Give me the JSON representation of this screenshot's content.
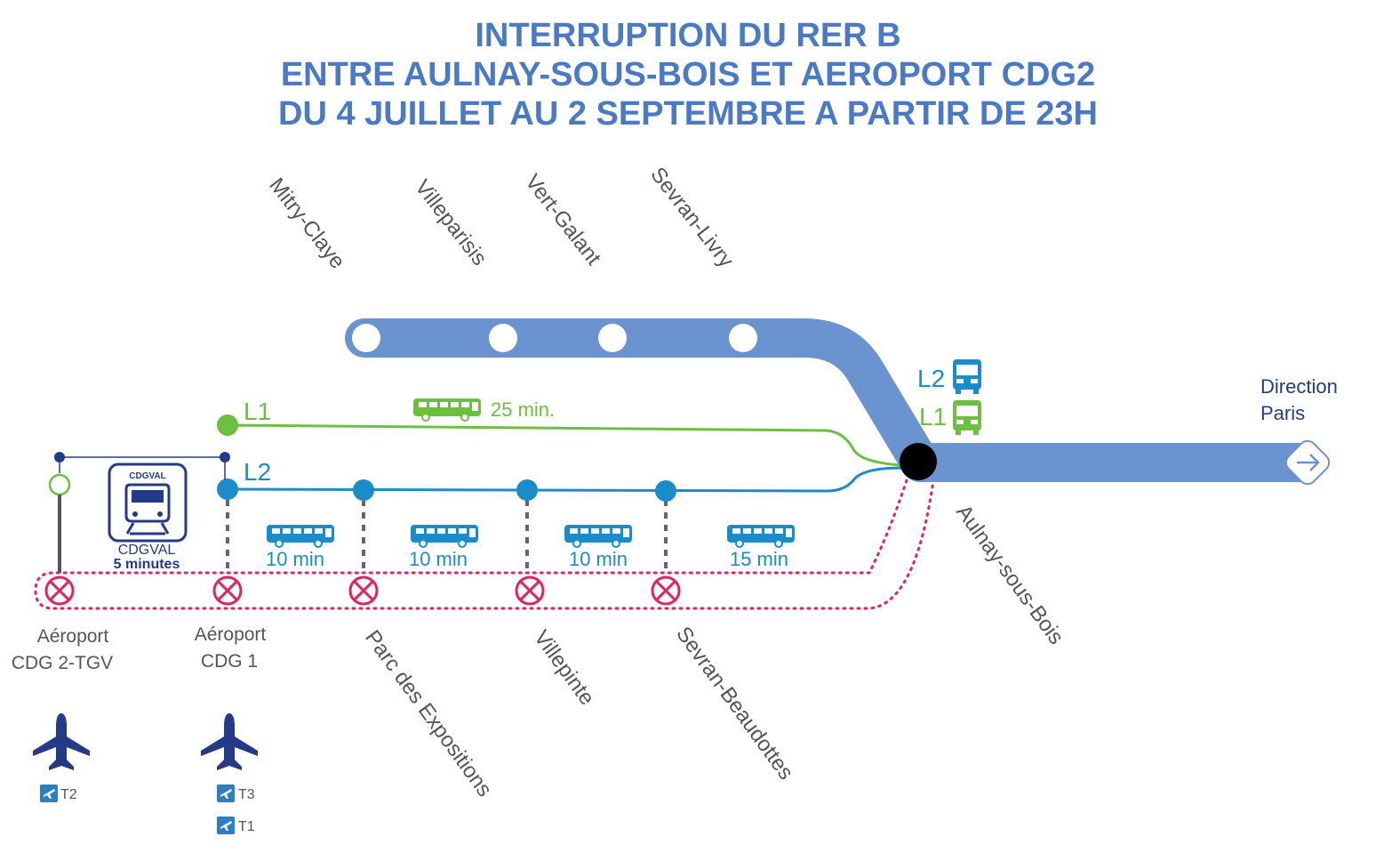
{
  "title": {
    "line1": "INTERRUPTION DU RER B",
    "line2": "ENTRE AULNAY-SOUS-BOIS ET AEROPORT CDG2",
    "line3": "DU 4 JUILLET AU 2 SEPTEMBRE A PARTIR DE 23H"
  },
  "colors": {
    "title": "#4a7ac7",
    "rer_line": "#6b93cf",
    "bus_l1": "#6cbf3f",
    "bus_l2": "#1a8cc9",
    "interrupted": "#e0245e",
    "navy": "#243a88"
  },
  "upper_stations": [
    "Mitry-Claye",
    "Villeparisis",
    "Vert-Galant",
    "Sevran-Livry"
  ],
  "lower_stations": [
    "Parc des Expositions",
    "Villepinte",
    "Sevran-Beaudottes"
  ],
  "airport_stations": {
    "cdg2": [
      "Aéroport",
      "CDG 2-TGV"
    ],
    "cdg1": [
      "Aéroport",
      "CDG 1"
    ]
  },
  "junction": "Aulnay-sous-Bois",
  "direction": [
    "Direction",
    "Paris"
  ],
  "bus_lines": {
    "l1_label": "L1",
    "l2_label": "L2",
    "l1_time": "25 min.",
    "l2_times": [
      "10 min",
      "10 min",
      "10 min",
      "15 min"
    ]
  },
  "legend": {
    "l2": "L2",
    "l1": "L1"
  },
  "cdgval": {
    "sign": "CDGVAL",
    "name": "CDGVAL",
    "time": "5 minutes"
  },
  "terminals": {
    "cdg2": [
      "T2"
    ],
    "cdg1": [
      "T3",
      "T1"
    ]
  },
  "icons": [
    "bus-icon",
    "plane-icon",
    "plane-small-icon",
    "tram-icon",
    "arrow-right-icon"
  ]
}
